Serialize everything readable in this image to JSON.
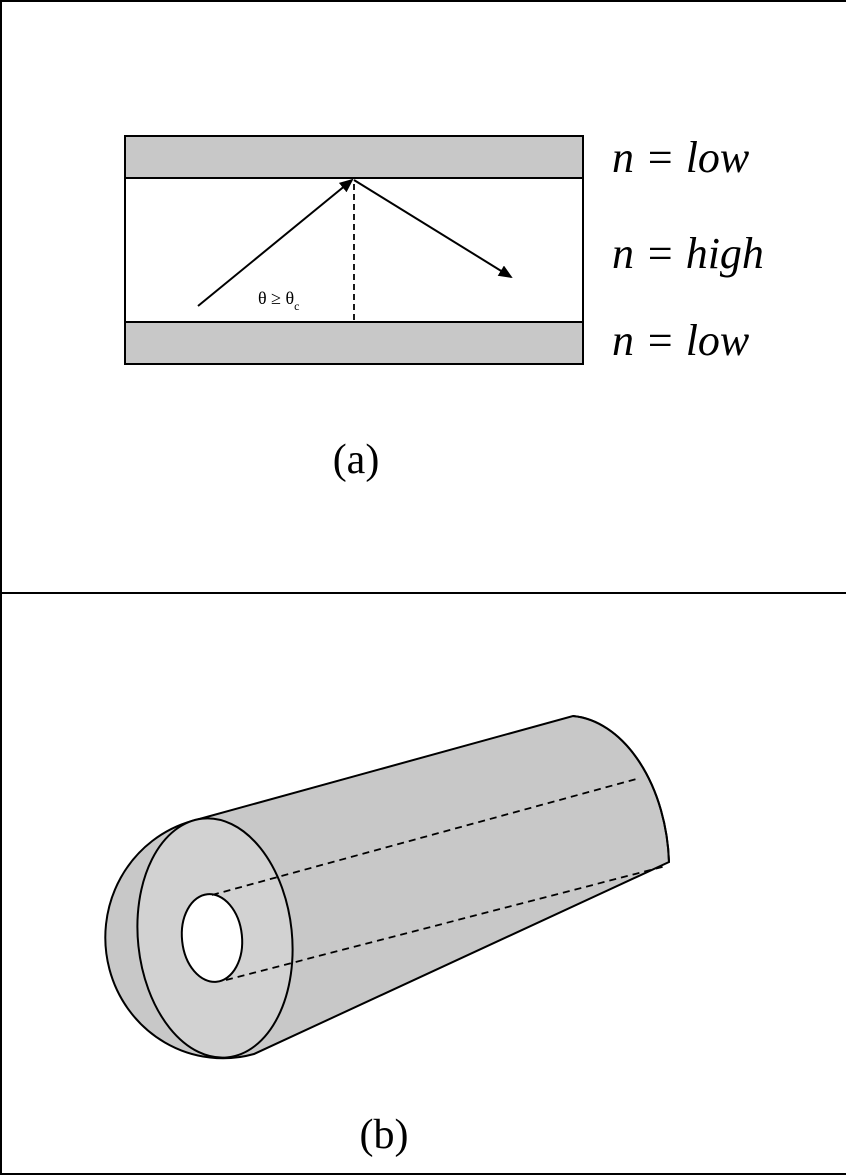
{
  "panel_a": {
    "labels": {
      "top_cladding": "n = low",
      "core": "n = high",
      "bottom_cladding": "n = low"
    },
    "angle_label": "θ ≥ θ",
    "angle_subscript": "c",
    "caption": "(a)"
  },
  "panel_b": {
    "caption": "(b)"
  },
  "colors": {
    "cladding": "#c8c8c8",
    "cylinder_side": "#c8c8c8",
    "cylinder_face": "#cfcfcf",
    "stroke": "#000000"
  }
}
